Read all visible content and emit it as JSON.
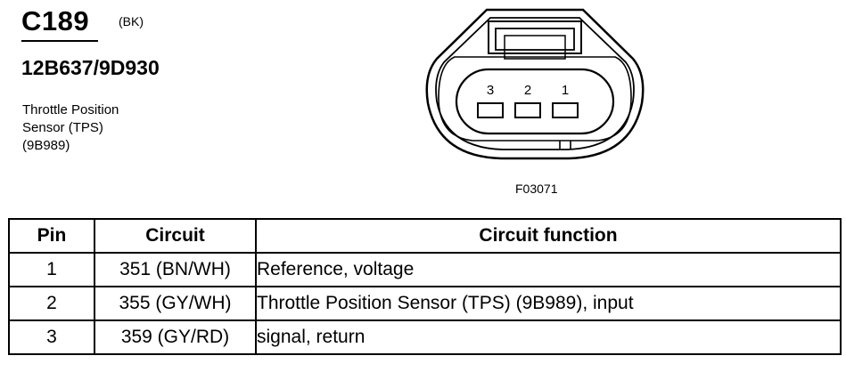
{
  "connector": {
    "id": "C189",
    "color": "(BK)",
    "part_numbers": "12B637/9D930",
    "description_lines": [
      "Throttle Position",
      "Sensor (TPS)",
      "(9B989)"
    ]
  },
  "diagram": {
    "pin_labels": [
      "3",
      "2",
      "1"
    ],
    "figure_ref": "F03071"
  },
  "table": {
    "headers": [
      "Pin",
      "Circuit",
      "Circuit function"
    ],
    "rows": [
      {
        "pin": "1",
        "circuit": "351 (BN/WH)",
        "function": "Reference, voltage"
      },
      {
        "pin": "2",
        "circuit": "355 (GY/WH)",
        "function": "Throttle Position Sensor (TPS) (9B989), input"
      },
      {
        "pin": "3",
        "circuit": "359 (GY/RD)",
        "function": "signal, return"
      }
    ]
  }
}
